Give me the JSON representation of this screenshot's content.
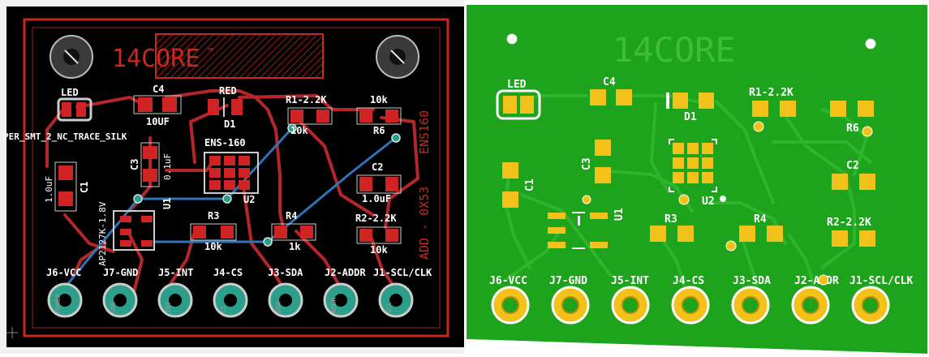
{
  "eagle_view": {
    "logo": "14CORE",
    "logo_tm": "™",
    "side_text_top": "ENS160",
    "side_text_bottom": "ADD - 0X53",
    "jumper_label": "PER_SMT_2_NC_TRACE_SILK",
    "labels": {
      "led": "LED",
      "c4": "C4",
      "c4_val": "10UF",
      "red": "RED",
      "d1": "D1",
      "r1": "R1-2.2K",
      "r1_val": "10k",
      "r6_val_top": "10k",
      "r6": "R6",
      "ens": "ENS-160",
      "u2": "U2",
      "c3": "C3",
      "c3_val": "0.1uF",
      "c1_val": "1.0uF",
      "c1": "C1",
      "c2": "C2",
      "c2_val": "1.0uF",
      "u1": "U1",
      "ap": "AP2127K-1.8V",
      "r3": "R3",
      "r3_val": "10k",
      "r4": "R4",
      "r4_val": "1k",
      "r2": "R2-2.2K",
      "r2_val": "10k"
    },
    "connectors": [
      "J6-VCC",
      "J7-GND",
      "J5-INT",
      "J4-CS",
      "J3-SDA",
      "J2-ADDR",
      "J1-SCL/CLK"
    ],
    "pad_names": [
      "POWER",
      "GND",
      "INT",
      "CS",
      "SDA",
      "ADDR",
      "SCL"
    ]
  },
  "render_view": {
    "logo": "14CORE",
    "labels": {
      "led": "LED",
      "c4": "C4",
      "d1": "D1",
      "r1": "R1-2.2K",
      "r6": "R6",
      "c3": "C3",
      "c1": "C1",
      "u1": "U1",
      "u2": "U2",
      "c2": "C2",
      "r3": "R3",
      "r4": "R4",
      "r2": "R2-2.2K"
    },
    "connectors": [
      "J6-VCC",
      "J7-GND",
      "J5-INT",
      "J4-CS",
      "J3-SDA",
      "J2-ADDR",
      "J1-SCL/CLK"
    ]
  },
  "colors": {
    "eagle_bg": "#000000",
    "eagle_outline": "#c8281e",
    "trace_top": "#b3262a",
    "trace_bottom": "#2f73b8",
    "pad": "#d02424",
    "board_green": "#1ea31c",
    "pad_gold": "#f3c21a"
  }
}
